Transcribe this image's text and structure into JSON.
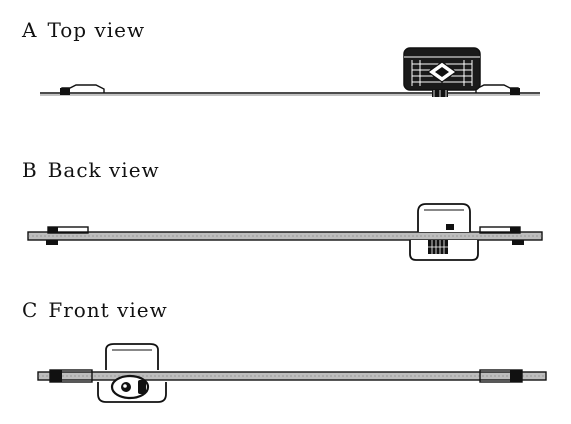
{
  "views": [
    {
      "letter": "A",
      "title": "Top view"
    },
    {
      "letter": "B",
      "title": "Back view"
    },
    {
      "letter": "C",
      "title": "Front view"
    }
  ],
  "colors": {
    "line": "#111111",
    "rod": "#bdbdbd",
    "background": "#ffffff"
  },
  "icons": {
    "top_view": "connector-housing-top-view",
    "back_view": "connector-housing-back-view",
    "front_view": "connector-housing-front-view"
  }
}
